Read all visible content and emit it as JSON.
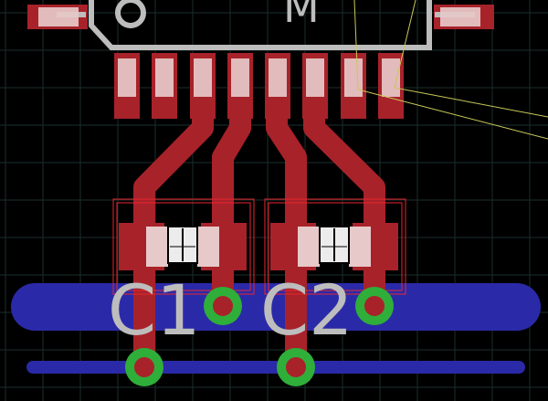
{
  "board": {
    "background": "#000000",
    "grid_color": "#1c2e2e",
    "colors": {
      "top_copper": "#a8222a",
      "pad_silk": "#e7c9c9",
      "bottom_copper": "#2a2aa8",
      "via_ring": "#2fae3a",
      "via_core": "#a8222a",
      "silkscreen": "#bdbdbd",
      "ratsnest": "#c8c85a",
      "keepout": "#e8262e"
    }
  },
  "ic": {
    "pin1_marker": "O",
    "label_fragment": "M",
    "pin_count_visible": 8
  },
  "components": [
    {
      "designator": "C1"
    },
    {
      "designator": "C2"
    }
  ]
}
